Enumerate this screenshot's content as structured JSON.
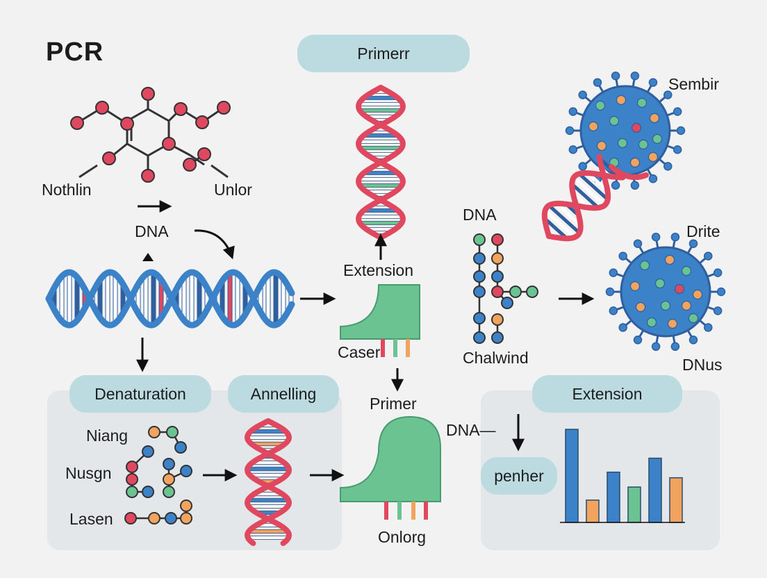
{
  "title": "PCR",
  "pills": {
    "primer_top": "Primerr",
    "denaturation": "Denaturation",
    "annealing": "Annelling",
    "extension": "Extension",
    "penher": "penher"
  },
  "labels": {
    "nothlin": "Nothlin",
    "unlor": "Unlor",
    "dna_left": "DNA",
    "extension_mid": "Extension",
    "caser": "Caser",
    "primer_mid": "Primer",
    "onlorg": "Onlorg",
    "dna_right": "DNA",
    "chalwind": "Chalwind",
    "sembir": "Sembir",
    "drite": "Drite",
    "dnus": "DNus",
    "niang": "Niang",
    "nusgn": "Nusgn",
    "lasen": "Lasen",
    "dna_arrow": "DNA—"
  },
  "bar_chart": {
    "values": [
      10,
      2.4,
      5.4,
      3.8,
      6.9,
      4.8
    ],
    "colors": [
      "#3b82c8",
      "#f2a35e",
      "#3b82c8",
      "#6cc392",
      "#3b82c8",
      "#f2a35e"
    ]
  },
  "colors": {
    "blue": "#3b82c8",
    "red": "#e0485f",
    "green": "#6cc392",
    "orange": "#f2a35e",
    "pill": "#bcdbe1",
    "panel": "#e4e7ea"
  }
}
